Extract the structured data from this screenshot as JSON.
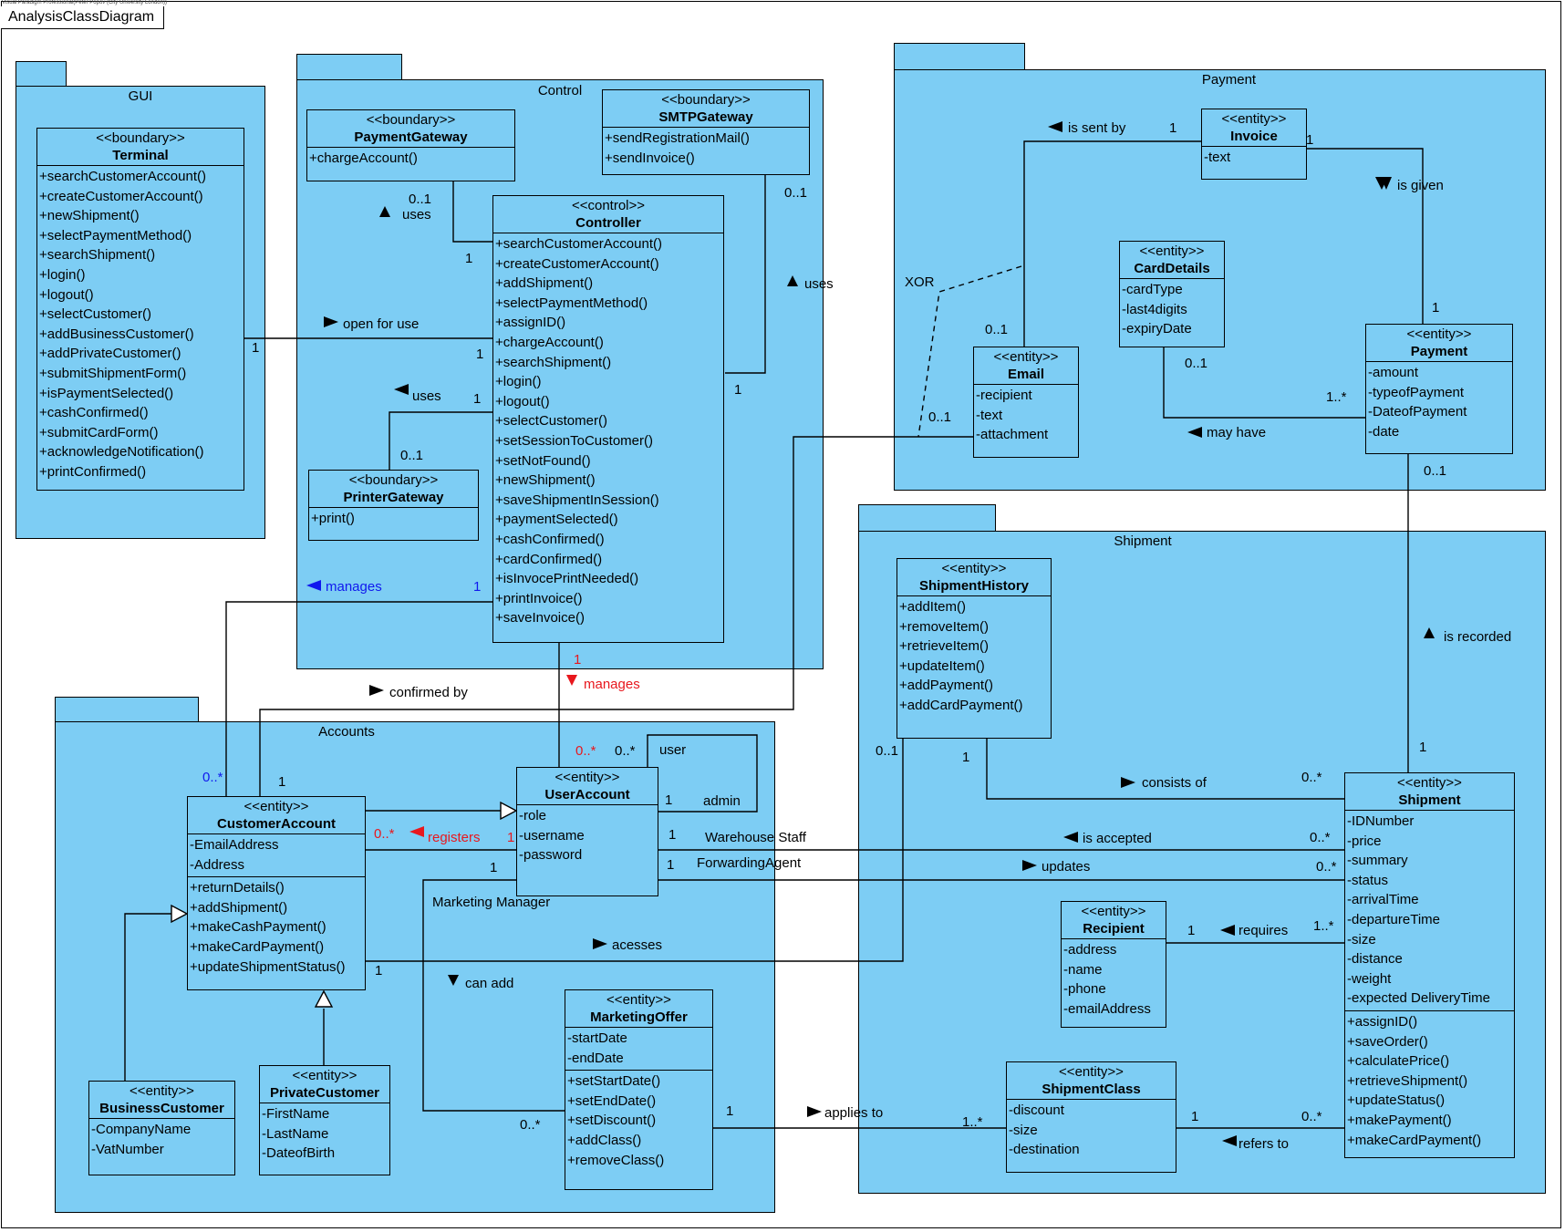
{
  "diagram": {
    "title": "AnalysisClassDiagram",
    "tool_note": "Visual Paradigm Professional(Peter Popov (City University London))"
  },
  "packages": {
    "gui": "GUI",
    "control": "Control",
    "payment": "Payment",
    "shipment": "Shipment",
    "accounts": "Accounts"
  },
  "classes": {
    "terminal": {
      "stereotype": "<<boundary>>",
      "name": "Terminal",
      "operations": [
        "+searchCustomerAccount()",
        "+createCustomerAccount()",
        "+newShipment()",
        "+selectPaymentMethod()",
        "+searchShipment()",
        "+login()",
        "+logout()",
        "+selectCustomer()",
        "+addBusinessCustomer()",
        "+addPrivateCustomer()",
        "+submitShipmentForm()",
        "+isPaymentSelected()",
        "+cashConfirmed()",
        "+submitCardForm()",
        "+acknowledgeNotification()",
        "+printConfirmed()"
      ]
    },
    "payment_gateway": {
      "stereotype": "<<boundary>>",
      "name": "PaymentGateway",
      "operations": [
        "+chargeAccount()"
      ]
    },
    "smtp_gateway": {
      "stereotype": "<<boundary>>",
      "name": "SMTPGateway",
      "operations": [
        "+sendRegistrationMail()",
        "+sendInvoice()"
      ]
    },
    "controller": {
      "stereotype": "<<control>>",
      "name": "Controller",
      "operations": [
        "+searchCustomerAccount()",
        "+createCustomerAccount()",
        "+addShipment()",
        "+selectPaymentMethod()",
        "+assignID()",
        "+chargeAccount()",
        "+searchShipment()",
        "+login()",
        "+logout()",
        "+selectCustomer()",
        "+setSessionToCustomer()",
        "+setNotFound()",
        "+newShipment()",
        "+saveShipmentInSession()",
        "+paymentSelected()",
        "+cashConfirmed()",
        "+cardConfirmed()",
        "+isInvocePrintNeeded()",
        "+printInvoice()",
        "+saveInvoice()"
      ]
    },
    "printer_gateway": {
      "stereotype": "<<boundary>>",
      "name": "PrinterGateway",
      "operations": [
        "+print()"
      ]
    },
    "invoice": {
      "stereotype": "<<entity>>",
      "name": "Invoice",
      "attributes": [
        "-text"
      ]
    },
    "card_details": {
      "stereotype": "<<entity>>",
      "name": "CardDetails",
      "attributes": [
        "-cardType",
        "-last4digits",
        "-expiryDate"
      ]
    },
    "email": {
      "stereotype": "<<entity>>",
      "name": "Email",
      "attributes": [
        "-recipient",
        "-text",
        "-attachment"
      ]
    },
    "payment": {
      "stereotype": "<<entity>>",
      "name": "Payment",
      "attributes": [
        "-amount",
        "-typeofPayment",
        "-DateofPayment",
        "-date"
      ]
    },
    "shipment_history": {
      "stereotype": "<<entity>>",
      "name": "ShipmentHistory",
      "operations": [
        "+addItem()",
        "+removeItem()",
        "+retrieveItem()",
        "+updateItem()",
        "+addPayment()",
        "+addCardPayment()"
      ]
    },
    "shipment": {
      "stereotype": "<<entity>>",
      "name": "Shipment",
      "attributes": [
        "-IDNumber",
        "-price",
        "-summary",
        "-status",
        "-arrivalTime",
        "-departureTime",
        "-size",
        "-distance",
        "-weight",
        "-expected DeliveryTime"
      ],
      "operations": [
        "+assignID()",
        "+saveOrder()",
        "+calculatePrice()",
        "+retrieveShipment()",
        "+updateStatus()",
        "+makePayment()",
        "+makeCardPayment()"
      ]
    },
    "recipient": {
      "stereotype": "<<entity>>",
      "name": "Recipient",
      "attributes": [
        "-address",
        "-name",
        "-phone",
        "-emailAddress"
      ]
    },
    "shipment_class": {
      "stereotype": "<<entity>>",
      "name": "ShipmentClass",
      "attributes": [
        "-discount",
        "-size",
        "-destination"
      ]
    },
    "customer_account": {
      "stereotype": "<<entity>>",
      "name": "CustomerAccount",
      "attributes": [
        "-EmailAddress",
        "-Address"
      ],
      "operations": [
        "+returnDetails()",
        "+addShipment()",
        "+makeCashPayment()",
        "+makeCardPayment()",
        "+updateShipmentStatus()"
      ]
    },
    "user_account": {
      "stereotype": "<<entity>>",
      "name": "UserAccount",
      "attributes": [
        "-role",
        "-username",
        "-password"
      ]
    },
    "marketing_offer": {
      "stereotype": "<<entity>>",
      "name": "MarketingOffer",
      "attributes": [
        "-startDate",
        "-endDate"
      ],
      "operations": [
        "+setStartDate()",
        "+setEndDate()",
        "+setDiscount()",
        "+addClass()",
        "+removeClass()"
      ]
    },
    "business_customer": {
      "stereotype": "<<entity>>",
      "name": "BusinessCustomer",
      "attributes": [
        "-CompanyName",
        "-VatNumber"
      ]
    },
    "private_customer": {
      "stereotype": "<<entity>>",
      "name": "PrivateCustomer",
      "attributes": [
        "-FirstName",
        "-LastName",
        "-DateofBirth"
      ]
    }
  },
  "associations": {
    "open_for_use": "open for use",
    "uses_payment": "uses",
    "uses_smtp": "uses",
    "uses_printer": "uses",
    "manages_blue": "manages",
    "manages_red": "manages",
    "confirmed_by": "confirmed by",
    "is_sent_by": "is sent by",
    "is_given": "is given",
    "xor": "XOR",
    "may_have": "may have",
    "is_recorded": "is recorded",
    "consists_of": "consists of",
    "is_accepted": "is accepted",
    "updates": "updates",
    "requires": "requires",
    "acesses": "acesses",
    "applies_to": "applies to",
    "refers_to": "refers to",
    "registers": "registers",
    "can_add": "can add",
    "warehouse_staff": "Warehouse Staff",
    "forwarding_agent": "ForwardingAgent",
    "marketing_manager": "Marketing Manager",
    "user": "user",
    "admin": "admin"
  },
  "multiplicities": {
    "terminal_ctrl": "1",
    "ctrl_terminal": "1",
    "pg_ctrl": "0..1",
    "ctrl_pg": "1",
    "smtp_ctrl": "0..1",
    "ctrl_smtp": "1",
    "printer_ctrl": "0..1",
    "ctrl_printer": "1",
    "ctrl_manages_customer": "1",
    "customer_managed": "0..*",
    "ctrl_manages_user": "1",
    "user_managed": "0..*",
    "user_self_a": "0..*",
    "user_self_b": "1",
    "customer_confirmed": "1",
    "invoice_email": "1",
    "email_invoice": "0..1",
    "invoice_payment": "1",
    "payment_invoice": "1",
    "email_xor": "0..1",
    "card_payment": "0..1",
    "payment_card": "1..*",
    "payment_shipment": "0..1",
    "shipment_payment": "1",
    "history_shipment": "1",
    "shipment_history_m": "0..*",
    "history_customer": "0..1",
    "user_shipment_a": "1",
    "shipment_user_a": "0..*",
    "user_shipment_b": "1",
    "shipment_user_b": "0..*",
    "recipient_shipment": "1",
    "shipment_recipient": "1..*",
    "customer_acesses": "1",
    "offer_class": "1",
    "class_offer": "1..*",
    "class_shipment": "1",
    "shipment_class_m": "0..*",
    "customer_registers": "0..*",
    "user_registers": "1",
    "user_mm": "1",
    "offer_mm": "0..*"
  }
}
